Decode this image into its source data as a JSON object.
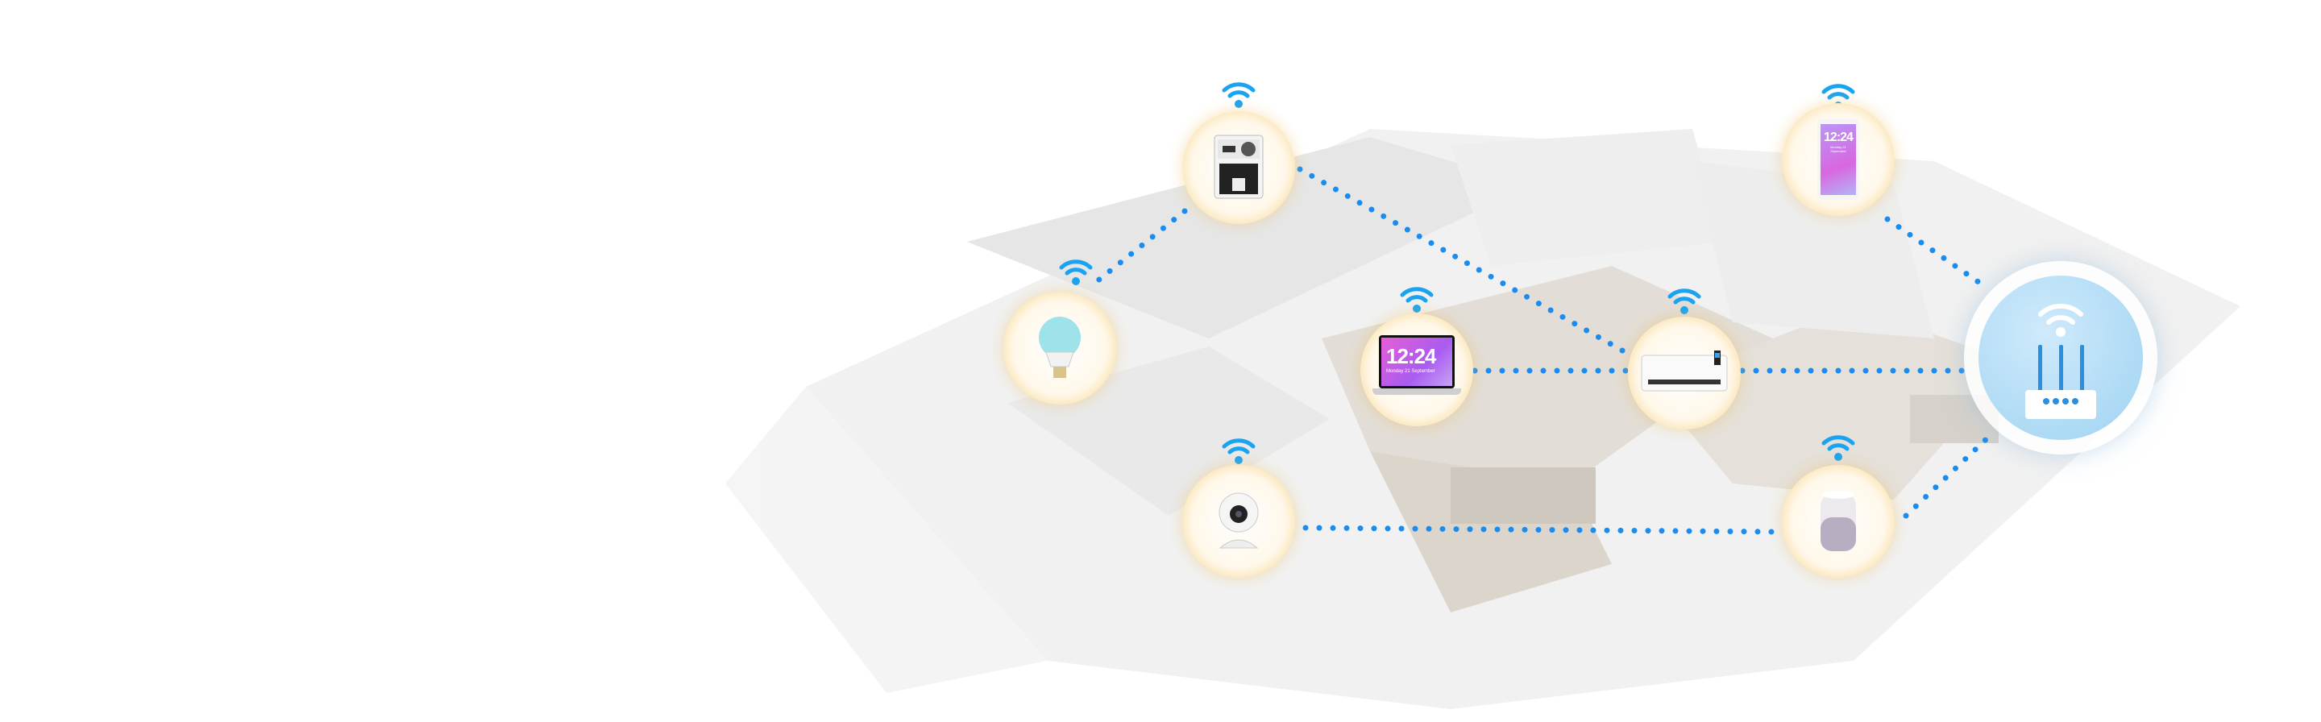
{
  "colors": {
    "link_dots": "#1a8cf0",
    "wifi": "#1aa3f0",
    "node_ring": "#f3cd7c",
    "router_bg": "#a6d6f3"
  },
  "devices": {
    "laptop": {
      "time": "12:24",
      "date": "Monday 21 September"
    },
    "phone": {
      "time": "12:24",
      "date": "Monday 21 September"
    }
  }
}
